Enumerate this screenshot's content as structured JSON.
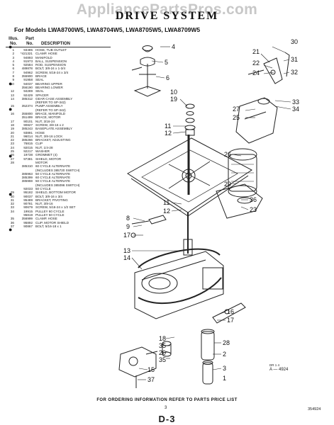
{
  "watermark": "AppliancePartsPros.com",
  "title": "DRIVE SYSTEM",
  "subtitle": "For Models LWA8700W5, LWA8704W5, LWA8705W5, LWA8709W5",
  "parts_list": {
    "header_illus": "Illus.\nNo.",
    "header_part": "Part\nNo.",
    "header_desc": "DESCRIPTION",
    "rows": [
      {
        "no": "1",
        "part": "93485",
        "desc": "HOSE, TUB OUTLET"
      },
      {
        "no": "2",
        "part": "*421321",
        "desc": "CLAMP, HOSE"
      },
      {
        "no": "3",
        "part": "94893",
        "desc": "MANIFOLD"
      },
      {
        "no": "4",
        "part": "91973",
        "desc": "BALL, SUSPENSION"
      },
      {
        "no": "5",
        "part": "92584",
        "desc": "ROD, SUSPENSION"
      },
      {
        "no": "6",
        "part": "489878",
        "desc": "BOLT, 3/8-24 x 1-3/4"
      },
      {
        "no": "7",
        "part": "94962",
        "desc": "SCREW, 5/16-24 x 3/4"
      },
      {
        "no": "8",
        "part": "355900",
        "desc": "BRACE"
      },
      {
        "no": "9",
        "part": "91958",
        "desc": "SEAL"
      },
      {
        "no": "10",
        "part": "94037",
        "desc": "BEARING UPPER"
      },
      {
        "no": "",
        "part": "356190",
        "desc": "BEARING LOWER"
      },
      {
        "no": "12",
        "part": "94289",
        "desc": "SEAL"
      },
      {
        "no": "13",
        "part": "92429",
        "desc": "SPACER"
      },
      {
        "no": "14",
        "part": "385312",
        "desc": "GEAR CASE ASSEMBLY"
      },
      {
        "no": "",
        "part": "",
        "desc": "(REFER TO SP-342)"
      },
      {
        "no": "15",
        "part": "352374",
        "desc": "PUMP ASSEMBLY"
      },
      {
        "no": "",
        "part": "",
        "desc": "(REFER TO SP-342)"
      },
      {
        "no": "16",
        "part": "355800",
        "desc": "BRACE, MANIFOLD"
      },
      {
        "no": "",
        "part": "351499",
        "desc": "BRACE, MOTOR"
      },
      {
        "no": "17",
        "part": "90101",
        "desc": "NUT, 3/16-24"
      },
      {
        "no": "18",
        "part": "90827",
        "desc": "SCREW, 3/8-16 x 2"
      },
      {
        "no": "19",
        "part": "385243",
        "desc": "BASEPLATE ASSEMBLY"
      },
      {
        "no": "20",
        "part": "93891",
        "desc": "HOSE"
      },
      {
        "no": "21",
        "part": "96014",
        "desc": "NUT, 3/8-16 LOCK"
      },
      {
        "no": "22",
        "part": "385266",
        "desc": "BRACKET, ADJUSTING"
      },
      {
        "no": "23",
        "part": "76815",
        "desc": "CLIP"
      },
      {
        "no": "24",
        "part": "92015",
        "desc": "NUT, 1/4-28"
      },
      {
        "no": "25",
        "part": "92217",
        "desc": "WASHER"
      },
      {
        "no": "26",
        "part": "19738",
        "desc": "GROMMET (4)"
      },
      {
        "no": "27",
        "part": "97381",
        "desc": "SHIELD, MOTOR"
      },
      {
        "no": "28",
        "part": "",
        "desc": "MOTOR"
      },
      {
        "no": "",
        "part": "385310",
        "desc": "60 CYCLE ALTERNATE"
      },
      {
        "no": "",
        "part": "",
        "desc": "(INCLUDES 385720 SWITCH)"
      },
      {
        "no": "",
        "part": "385963",
        "desc": "50 CYCLE ALTERNATE"
      },
      {
        "no": "",
        "part": "385399",
        "desc": "60 CYCLE ALTERNATE"
      },
      {
        "no": "",
        "part": "385959",
        "desc": "50 CYCLE ALTERNATE"
      },
      {
        "no": "",
        "part": "",
        "desc": "(INCLUDES 385096 SWITCH)"
      },
      {
        "no": "",
        "part": "92033",
        "desc": "50 CYCLE"
      },
      {
        "no": "29",
        "part": "95182",
        "desc": "SHIELD, BOTTOM MOTOR"
      },
      {
        "no": "30",
        "part": "90037",
        "desc": "BOLT, 3/8-16 x 3/4"
      },
      {
        "no": "31",
        "part": "95489",
        "desc": "BRACKET, PIVOTING"
      },
      {
        "no": "32",
        "part": "90781",
        "desc": "NUT, 3/8-16"
      },
      {
        "no": "33",
        "part": "90679",
        "desc": "SCREW, 5/16-24 x 1/2 SET"
      },
      {
        "no": "34",
        "part": "19915",
        "desc": "PULLEY 60 CYCLE"
      },
      {
        "no": "",
        "part": "95819",
        "desc": "PULLEY 50 CYCLE"
      },
      {
        "no": "35",
        "part": "356999",
        "desc": "CLAMP, HOSE"
      },
      {
        "no": "36",
        "part": "95892",
        "desc": "CLIP, MOTOR SHIELD"
      },
      {
        "no": "37",
        "part": "90867",
        "desc": "BOLT, 5/16-18 x 1"
      }
    ]
  },
  "bullets": [
    "●",
    "●",
    "●",
    "●",
    "●",
    "●"
  ],
  "callouts": {
    "c4": "4",
    "c5": "5",
    "c6": "6",
    "c10": "10",
    "c19": "19",
    "c11a": "11",
    "c12a": "12",
    "c30": "30",
    "c21": "21",
    "c22": "22",
    "c24": "24",
    "c31": "31",
    "c32": "32",
    "c33": "33",
    "c34": "34",
    "c27": "27",
    "c25": "25",
    "c26": "26",
    "c29": "29",
    "c36": "36",
    "c23": "23",
    "c11b": "11",
    "c12b": "12",
    "c8": "8",
    "c9": "9",
    "c17a": "17",
    "c13": "13",
    "c14": "14",
    "c16": "16",
    "c17b": "17",
    "c28": "28",
    "c18": "18",
    "c35": "35",
    "c2": "2",
    "c20": "20",
    "c3": "3",
    "c1": "1",
    "c15": "15",
    "c37": "37"
  },
  "drawing_ref": {
    "line1": "DR 1 4",
    "line2": "A — 4924"
  },
  "footer": "FOR ORDERING INFORMATION REFER TO PARTS PRICE LIST",
  "page_number": "3",
  "doc_code": "354924",
  "page_label": "D-3"
}
